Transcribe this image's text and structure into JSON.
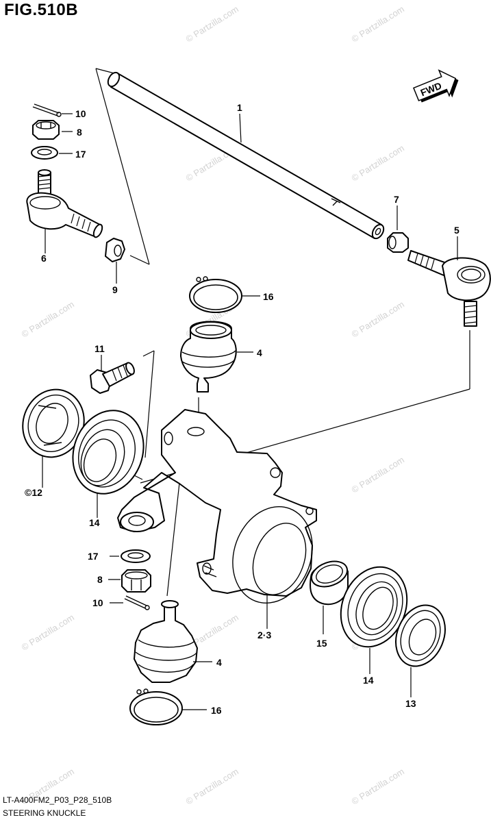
{
  "figure": {
    "title": "FIG.510B",
    "footer_code": "LT-A400FM2_P03_P28_510B",
    "footer_name": "STEERING KNUCKLE",
    "fwd_label": "FWD",
    "watermark": "© Partzilla.com"
  },
  "callouts": [
    {
      "id": "c1",
      "label": "1"
    },
    {
      "id": "c10a",
      "label": "10"
    },
    {
      "id": "c8a",
      "label": "8"
    },
    {
      "id": "c17a",
      "label": "17"
    },
    {
      "id": "c6",
      "label": "6"
    },
    {
      "id": "c9",
      "label": "9"
    },
    {
      "id": "c7",
      "label": "7"
    },
    {
      "id": "c5",
      "label": "5"
    },
    {
      "id": "c16a",
      "label": "16"
    },
    {
      "id": "c4a",
      "label": "4"
    },
    {
      "id": "c11",
      "label": "11"
    },
    {
      "id": "c12",
      "label": "©12"
    },
    {
      "id": "c14a",
      "label": "14"
    },
    {
      "id": "c17b",
      "label": "17"
    },
    {
      "id": "c8b",
      "label": "8"
    },
    {
      "id": "c10b",
      "label": "10"
    },
    {
      "id": "c23",
      "label": "2·3"
    },
    {
      "id": "c15",
      "label": "15"
    },
    {
      "id": "c4b",
      "label": "4"
    },
    {
      "id": "c14b",
      "label": "14"
    },
    {
      "id": "c13",
      "label": "13"
    },
    {
      "id": "c16b",
      "label": "16"
    }
  ]
}
